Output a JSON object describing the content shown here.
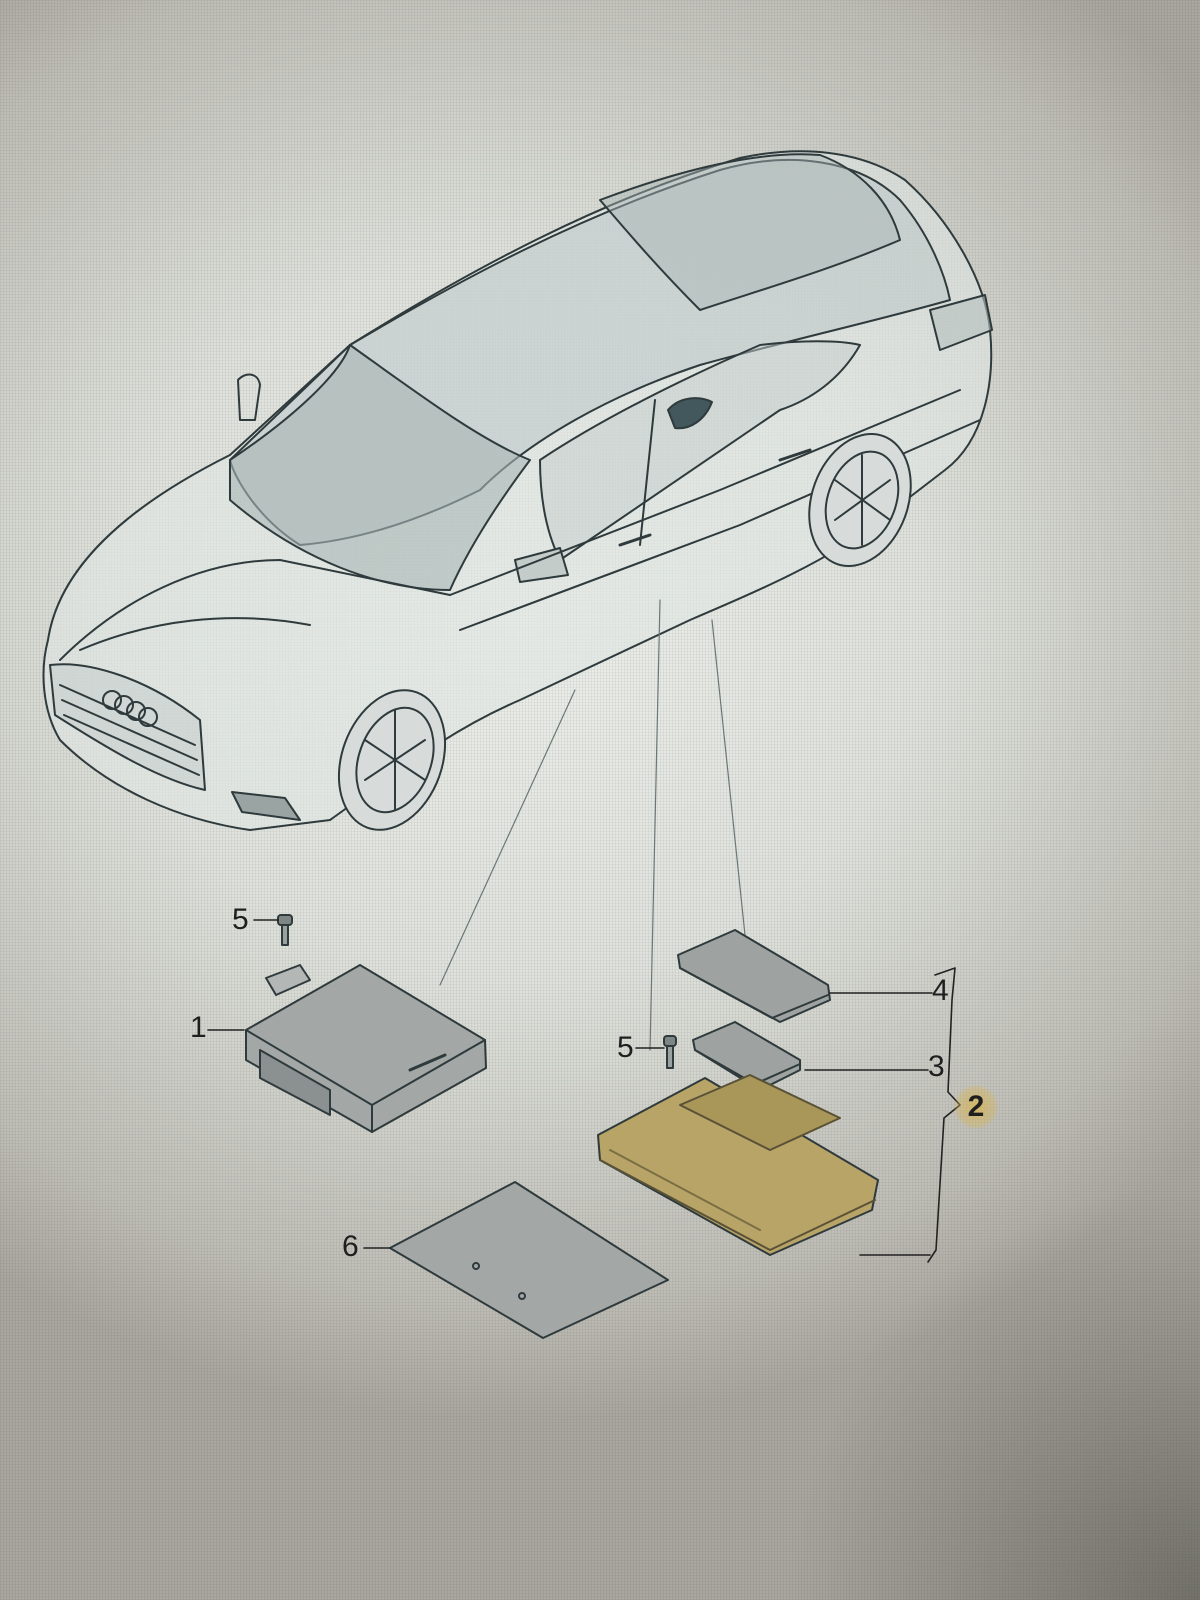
{
  "diagram": {
    "type": "exploded-parts-view",
    "subject": "sedan-vehicle-illustration",
    "brand_badge": "audi-rings",
    "colors": {
      "line": "#2f3a3c",
      "part_fill": "#9ea3a2",
      "selected_part_fill": "#b9a468",
      "selected_callout_glow": "#d6b456",
      "background": "#dfe2dc"
    }
  },
  "callouts": [
    {
      "id": "1",
      "label": "1",
      "part": "control-module-left",
      "selected": false
    },
    {
      "id": "2",
      "label": "2",
      "part": "control-module-assembly",
      "selected": true
    },
    {
      "id": "3",
      "label": "3",
      "part": "small-cover-plate",
      "selected": false
    },
    {
      "id": "4",
      "label": "4",
      "part": "large-cover-plate",
      "selected": false
    },
    {
      "id": "5a",
      "label": "5",
      "part": "bolt-left",
      "selected": false
    },
    {
      "id": "5b",
      "label": "5",
      "part": "bolt-right",
      "selected": false
    },
    {
      "id": "6",
      "label": "6",
      "part": "mounting-pad",
      "selected": false
    }
  ]
}
